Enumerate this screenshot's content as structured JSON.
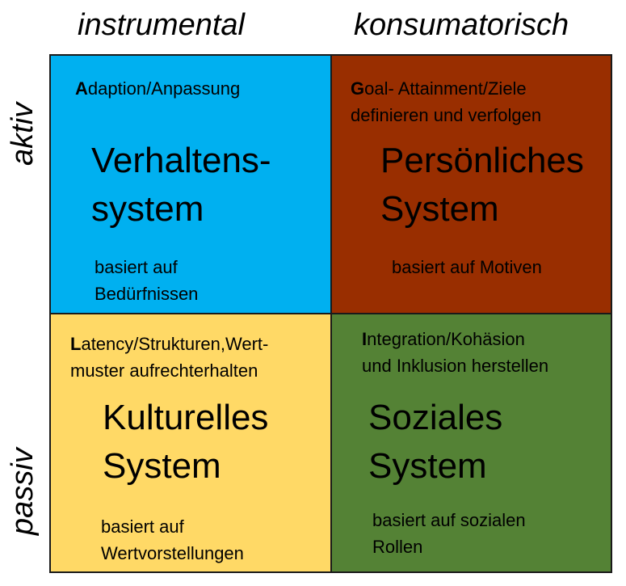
{
  "columns": {
    "left": "instrumental",
    "right": "konsumatorisch"
  },
  "rows": {
    "top": "aktiv",
    "bottom": "passiv"
  },
  "colors": {
    "adaption": "#00B0F0",
    "goal": "#992E00",
    "latency": "#FFD966",
    "integration": "#548235"
  },
  "cells": {
    "adaption": {
      "function_initial": "A",
      "function_line1_rest": "daption/Anpassung",
      "system_line1": "Verhaltens-",
      "system_line2": "system",
      "basis_line1": "basiert auf",
      "basis_line2": "Bedürfnissen"
    },
    "goal": {
      "function_initial": "G",
      "function_line1_rest": "oal- Attainment/Ziele",
      "function_line2": "definieren und verfolgen",
      "system_line1": "Persönliches",
      "system_line2": "System",
      "basis_line1": "basiert auf Motiven"
    },
    "latency": {
      "function_initial": "L",
      "function_line1_rest": "atency/Strukturen,Wert-",
      "function_line2": "muster aufrechterhalten",
      "system_line1": "Kulturelles",
      "system_line2": "System",
      "basis_line1": "basiert auf",
      "basis_line2": "Wertvorstellungen"
    },
    "integration": {
      "function_initial": "I",
      "function_line1_rest": "ntegration/Kohäsion",
      "function_line2": "und Inklusion herstellen",
      "system_line1": "Soziales",
      "system_line2": "System",
      "basis_line1": "basiert auf sozialen",
      "basis_line2": "Rollen"
    }
  }
}
